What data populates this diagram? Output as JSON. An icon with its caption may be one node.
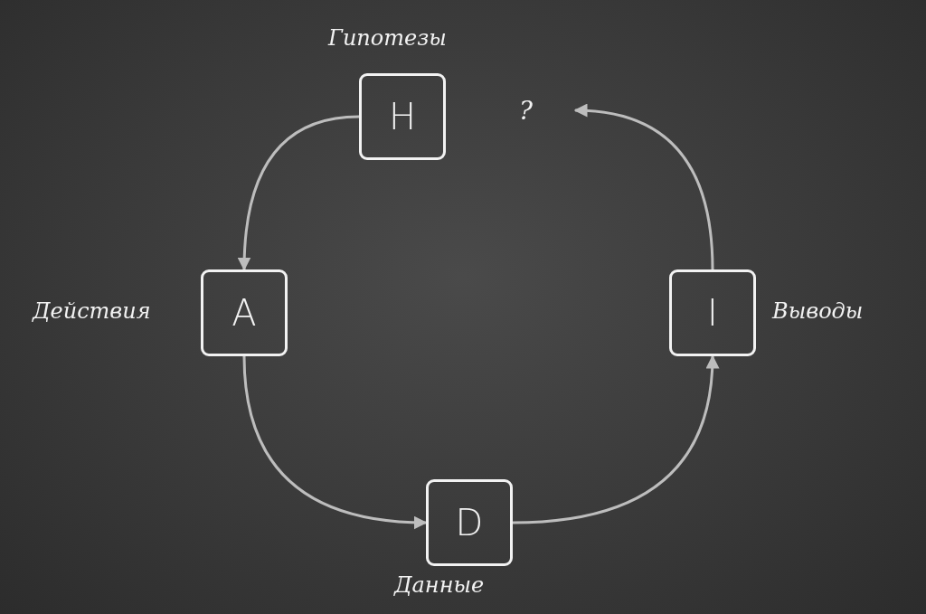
{
  "diagram": {
    "nodes": [
      {
        "text": [
          "H"
        ],
        "beside": [
          "Гипотезы"
        ]
      },
      {
        "text": [
          "A"
        ],
        "beside": [
          "Действия"
        ]
      },
      {
        "text": [
          "D"
        ],
        "beside": [
          "Данные"
        ]
      },
      {
        "text": [
          "I"
        ],
        "beside": [
          "Выводы"
        ]
      },
      {
        "text": [
          "?"
        ]
      }
    ],
    "edges": [
      {
        "from": 0,
        "to": 1,
        "arrow": "to"
      },
      {
        "from": 1,
        "to": 2,
        "arrow": "to"
      },
      {
        "from": 2,
        "to": 3,
        "arrow": "to"
      },
      {
        "from": 3,
        "to": 4,
        "arrow": "to"
      }
    ]
  }
}
